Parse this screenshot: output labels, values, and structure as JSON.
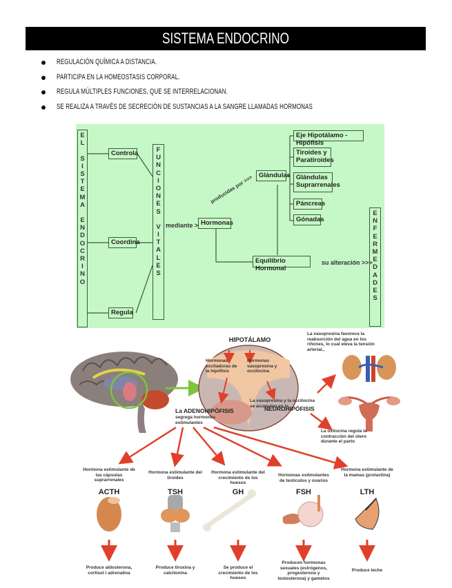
{
  "header": {
    "title": "SISTEMA ENDOCRINO"
  },
  "bullets": [
    "REGULACIÓN QUÍMICA A DISTANCIA.",
    "PARTICIPA EN LA HOMEOSTASIS CORPORAL.",
    "REGULA MÚLTIPLES FUNCIONES, QUE SE INTERRELACIONAN.",
    "SE REALIZA A TRAVÉS DE SECRECIÓN DE SUSTANCIAS A LA SANGRE LLAMADAS HORMONAS"
  ],
  "concept_map": {
    "left_column": [
      "E",
      "L",
      "",
      "S",
      "I",
      "S",
      "T",
      "E",
      "M",
      "A",
      "",
      "E",
      "N",
      "D",
      "O",
      "C",
      "R",
      "I",
      "N",
      "O"
    ],
    "actions": [
      "Controla",
      "Coordina",
      "Regula"
    ],
    "middle_column": [
      "F",
      "U",
      "N",
      "C",
      "I",
      "O",
      "N",
      "E",
      "S",
      "",
      "V",
      "I",
      "T",
      "A",
      "L",
      "E",
      "S"
    ],
    "mediante_label": "mediante >>",
    "hormonas": "Hormonas",
    "producidas_label": "producidas por >>>",
    "glandulas": "Glándulas",
    "gland_list": [
      "Eje Hipotálamo - Hipófisis",
      "Tiroides y Paratiroides",
      "Glándulas Suprarrenales",
      "Páncreas",
      "Gónadas"
    ],
    "equilibrio": "Equilibrio Hormonal",
    "alteracion_label": "su alteración >>>",
    "right_column": [
      "E",
      "N",
      "F",
      "E",
      "R",
      "M",
      "E",
      "D",
      "A",
      "D",
      "E",
      "S"
    ]
  },
  "endocrine_figure": {
    "hipotalamo": "HIPOTÁLAMO",
    "hormonas_excitadoras": "Hormonas excitadoras de la hipófisis",
    "hormonas_vasopresina": "Hormonas vasopresina y occitocina",
    "adenohipofisis_title": "La ADENOHIPÓFISIS",
    "adenohipofisis_sub": "segrega hormonas estimulantes",
    "neuro_text": "La vasopresina y la occitocina se acumulan en la",
    "neuro_title": "NEUROHIPÓFISIS",
    "vasopresina_note": "La vasopresina favorece la reabsorción del agua en los riñones, lo cual eleva la tensión arterial.,",
    "oxitocina_note": "La oxitocina regula la contracción del útero durante el parto",
    "hormones": [
      {
        "desc": "Hormona estimulante de las cápsulas suprarrenales",
        "code": "ACTH",
        "effect": "Produce aldosterona, cortisol i adrenalina"
      },
      {
        "desc": "Hormona estimulante del tiroides",
        "code": "TSH",
        "effect": "Produce tiroxina y calcitonina"
      },
      {
        "desc": "Hormona estimulante del crecimiento de los huesos",
        "code": "GH",
        "effect": "Se produce el crecimiento de los huesos"
      },
      {
        "desc": "Hormonas estimulantes de testículos y ovarios",
        "code": "FSH",
        "effect": "Producen hormonas sexuales (estrógenos, progesterona y testosterona) y gametos"
      },
      {
        "desc": "Hormona estimulante de la mamas (prolactina)",
        "code": "LTH",
        "effect": "Produce leche"
      }
    ]
  },
  "colors": {
    "title_bg": "#000000",
    "map_bg": "#c6f7c6",
    "map_line": "#3d5a3d",
    "arrow_red": "#e0402a",
    "arrow_green": "#7cc63a"
  }
}
